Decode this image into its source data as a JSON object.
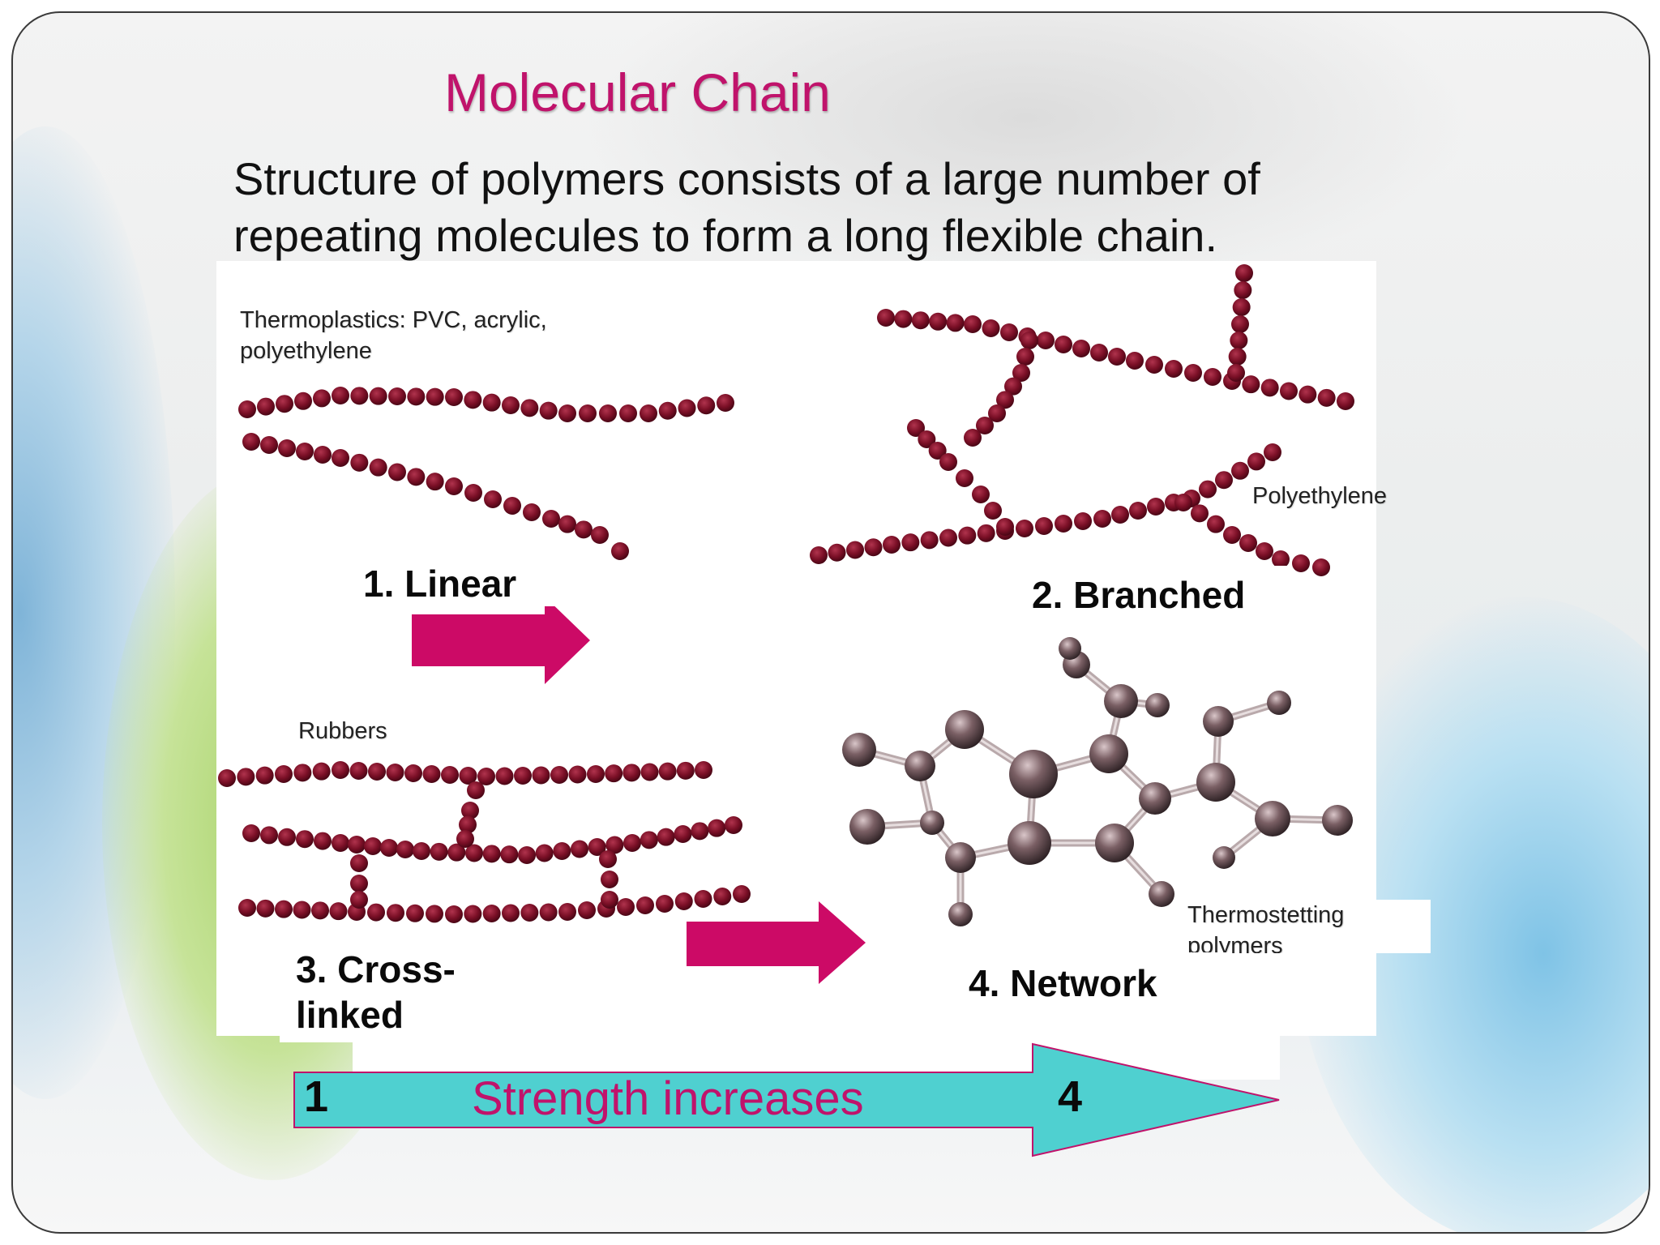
{
  "slide": {
    "title": "Molecular Chain",
    "intro_text": "Structure of polymers consists of a large number of repeating molecules to form a long flexible chain."
  },
  "labels": {
    "thermoplastics": "Thermoplastics: PVC, acrylic, polyethylene",
    "polyethylene": "Polyethylene",
    "rubbers": "Rubbers",
    "thermosetting": "Thermostetting polymers"
  },
  "structures": {
    "linear": "1. Linear",
    "branched": "2. Branched",
    "cross_linked": "3. Cross-linked",
    "network": "4. Network"
  },
  "strength_bar": {
    "start": "1",
    "text": "Strength increases",
    "end": "4"
  },
  "colors": {
    "title": "#c0136b",
    "arrow_magenta": "#cc0a66",
    "strength_arrow": "#4fd0d0",
    "bead": "#7a0f26",
    "atom": "#6b5055"
  }
}
